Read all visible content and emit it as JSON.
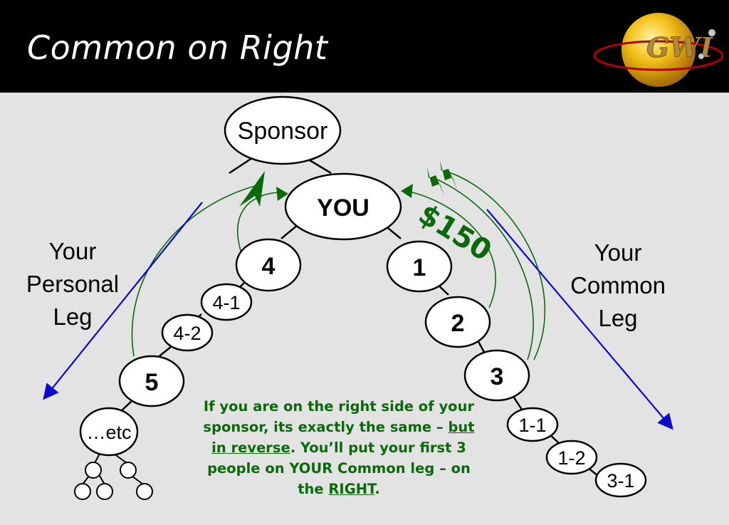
{
  "header": {
    "title": "Common on Right",
    "logo_text": "GWI"
  },
  "nodes": {
    "sponsor": "Sponsor",
    "you": "YOU",
    "n4": "4",
    "n4_1": "4-1",
    "n4_2": "4-2",
    "n5": "5",
    "etc": "…etc",
    "n1": "1",
    "n2": "2",
    "n3": "3",
    "n1_1": "1-1",
    "n1_2": "1-2",
    "n3_1": "3-1"
  },
  "labels": {
    "personal_leg": [
      "Your",
      "Personal",
      "Leg"
    ],
    "common_leg": [
      "Your",
      "Common",
      "Leg"
    ],
    "amount": "$150"
  },
  "caption": {
    "part1": "If you are on the right side of your sponsor, its exactly the same – ",
    "part2": "but in reverse",
    "part3": ". You’ll put your first 3 people on YOUR Common leg – on the ",
    "part4": "RIGHT",
    "part5": "."
  },
  "colors": {
    "arrow_blue": "#0a0acc",
    "arrow_green": "#0a6a0a",
    "header_bg": "#000000",
    "logo_gold": "#f0c020"
  }
}
